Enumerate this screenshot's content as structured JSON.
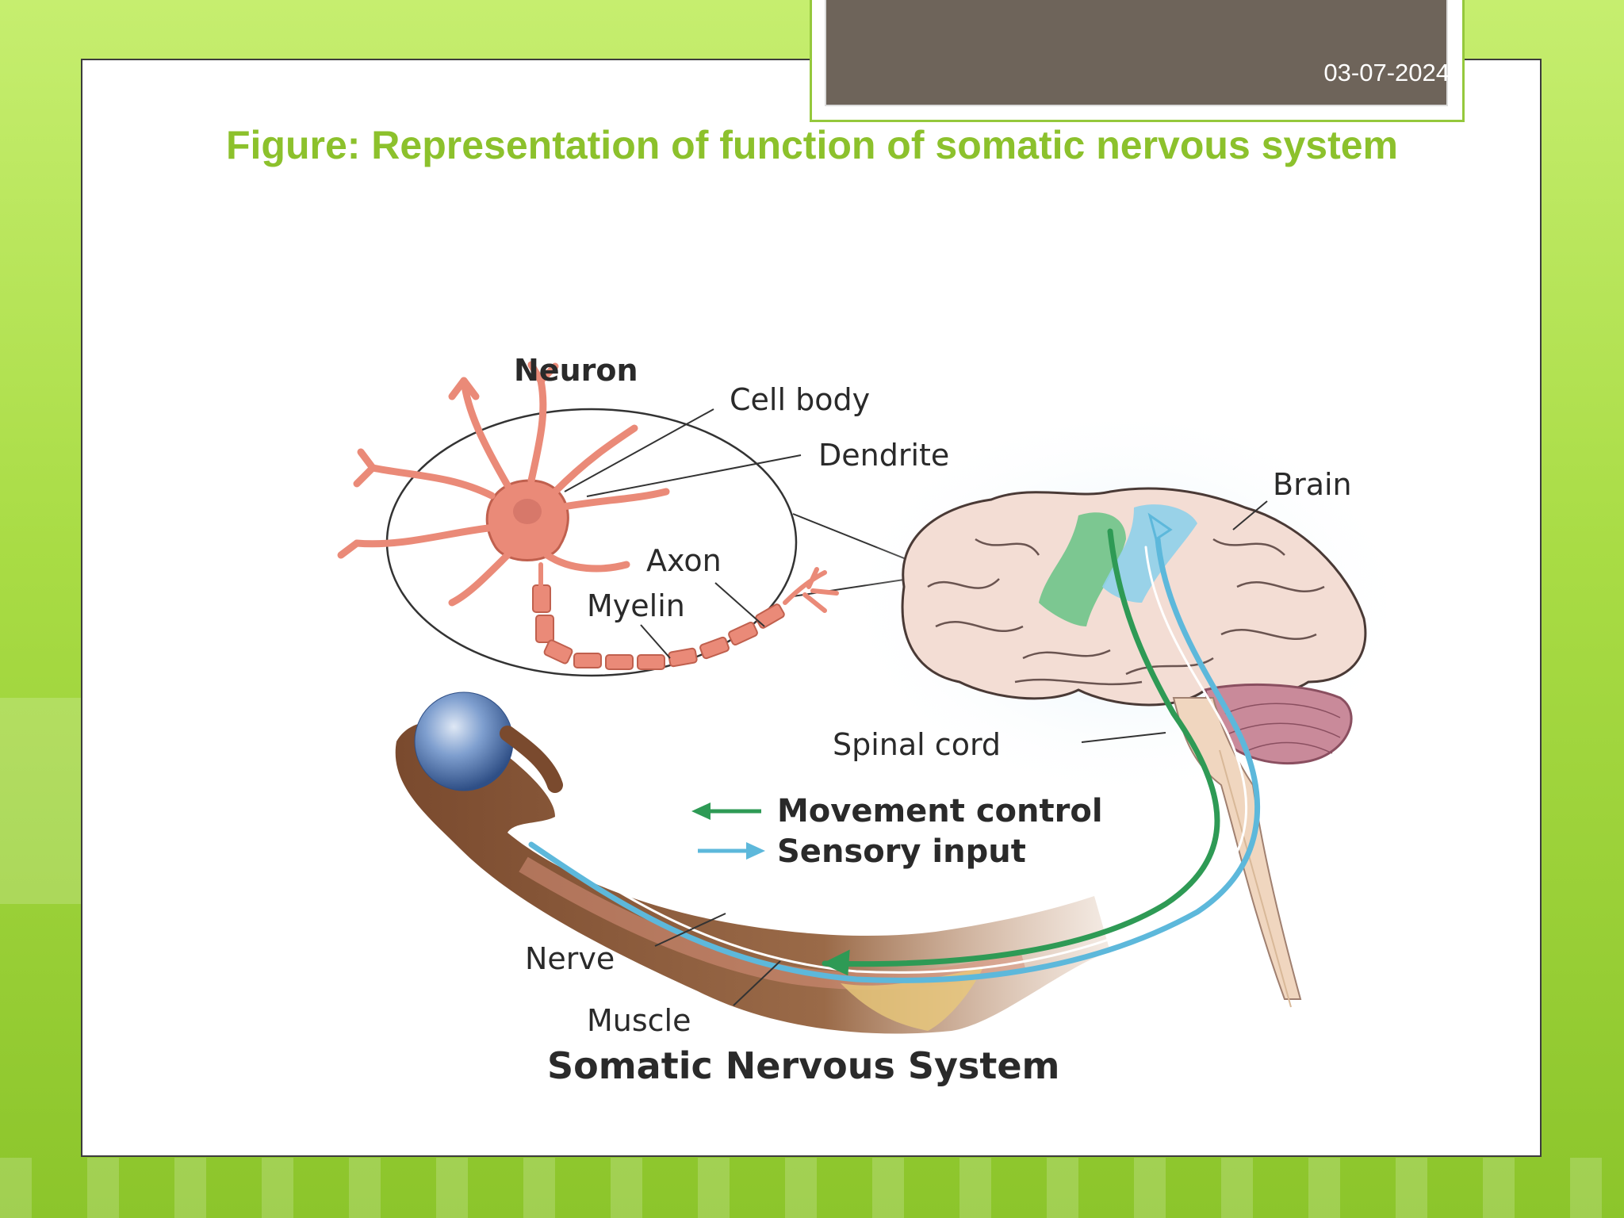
{
  "slide": {
    "date": "03-07-2024",
    "title": "Figure: Representation of function of somatic nervous system"
  },
  "diagram": {
    "labels": {
      "neuron": "Neuron",
      "cell_body": "Cell body",
      "dendrite": "Dendrite",
      "axon": "Axon",
      "myelin": "Myelin",
      "brain": "Brain",
      "spinal_cord": "Spinal cord",
      "nerve": "Nerve",
      "muscle": "Muscle"
    },
    "legend": {
      "movement": {
        "label": "Movement control",
        "color": "#2e9a55"
      },
      "sensory": {
        "label": "Sensory input",
        "color": "#5db8db"
      }
    },
    "caption": "Somatic Nervous System",
    "colors": {
      "neuron": "#ea8a78",
      "brain": "#f3ddd4",
      "motor_cortex": "#6fc48a",
      "sensory_cortex": "#8fd0ea",
      "cerebellum": "#c98a9a",
      "skin": "#8a5a3c",
      "ball": "#6b8fc4"
    }
  }
}
